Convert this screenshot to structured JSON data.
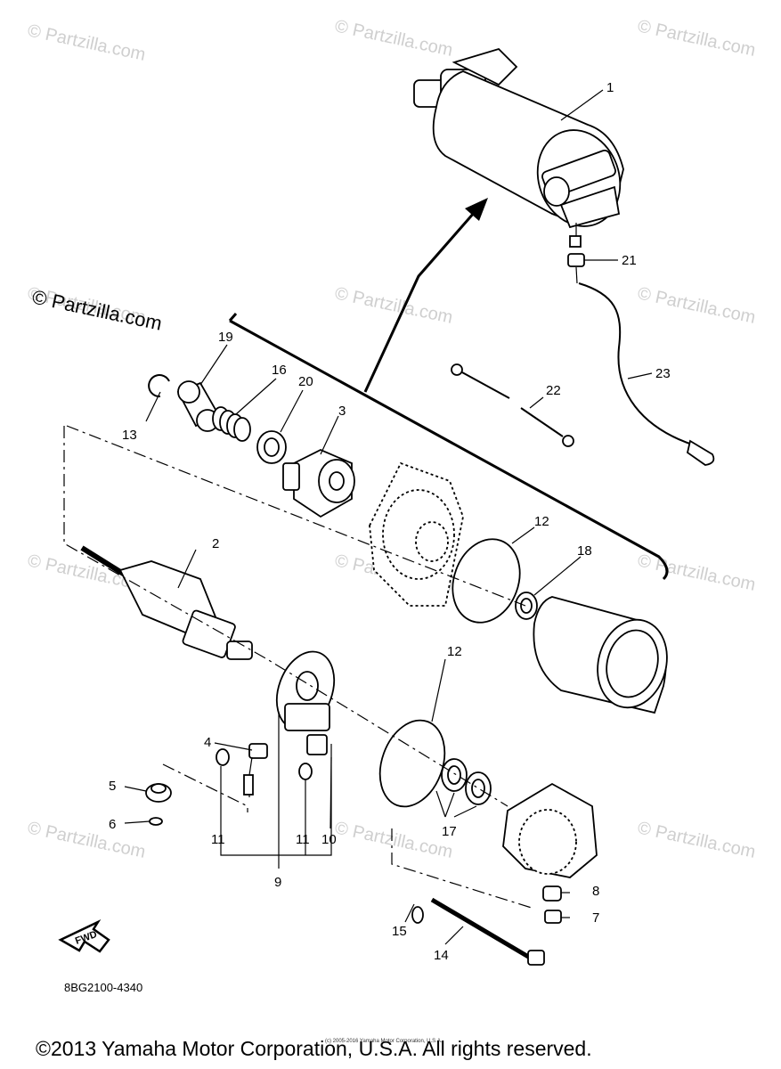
{
  "watermarks": {
    "w1": "© Partzilla.com",
    "w2": "© Partzilla.com",
    "w3": "© Partzilla.com",
    "w4": "© Partzilla.com",
    "w5": "© Partzilla.com",
    "w6": "© Partzilla.com",
    "w7": "© Partzilla.com",
    "w8": "© Partzilla.com",
    "w9": "© Partzilla.com",
    "w10": "© Partzilla.com",
    "w11": "© Partzilla.com",
    "w12": "© Partzilla.com"
  },
  "partzilla_logo": "© Partzilla.com",
  "callouts": {
    "c1": "1",
    "c2": "2",
    "c3": "3",
    "c4": "4",
    "c5": "5",
    "c6": "6",
    "c7": "7",
    "c8": "8",
    "c9": "9",
    "c10": "10",
    "c11a": "11",
    "c11b": "11",
    "c12a": "12",
    "c12b": "12",
    "c13": "13",
    "c14": "14",
    "c15": "15",
    "c16": "16",
    "c17": "17",
    "c18": "18",
    "c19": "19",
    "c20": "20",
    "c21": "21",
    "c22": "22",
    "c23": "23"
  },
  "fwd_label": "FWD",
  "diagram_code": "8BG2100-4340",
  "small_notice": "(c) 2005-2016 Yamaha Motor Corporation, U.S.A.",
  "copyright": "©2013 Yamaha Motor Corporation, U.S.A. All rights reserved."
}
